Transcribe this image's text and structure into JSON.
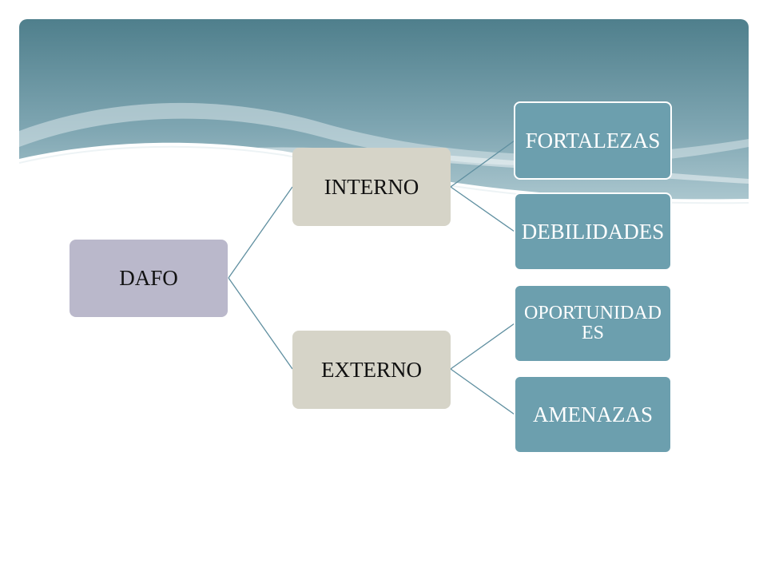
{
  "diagram": {
    "root": {
      "label": "DAFO"
    },
    "branches": [
      {
        "label": "INTERNO",
        "children": [
          {
            "label": "FORTALEZAS"
          },
          {
            "label": "DEBILIDADES"
          }
        ]
      },
      {
        "label": "EXTERNO",
        "children": [
          {
            "label": "OPORTUNIDADES"
          },
          {
            "label": "AMENAZAS"
          }
        ]
      }
    ]
  },
  "colors": {
    "root_fill": "#bab8cb",
    "branch_fill": "#d6d4c8",
    "leaf_fill": "#6c9fae",
    "connector": "#5f8fa0",
    "header_top": "#4f7f8c",
    "header_bottom": "#a9c5cd"
  }
}
